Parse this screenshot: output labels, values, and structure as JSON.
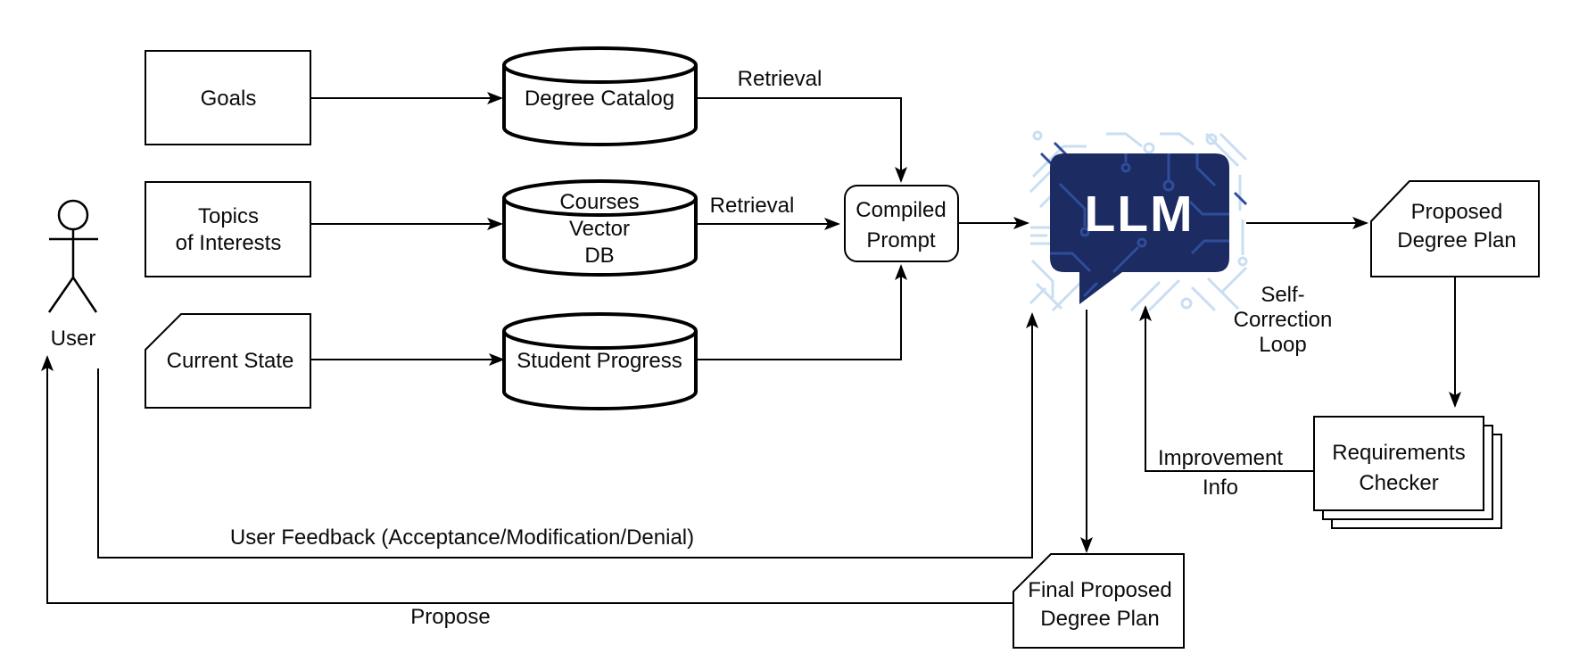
{
  "colors": {
    "llm_bubble": "#1c2b62",
    "circuit_light": "#c9def2",
    "circuit_medium": "#2f4d9b",
    "line": "#000000",
    "background": "#ffffff"
  },
  "nodes": {
    "user": {
      "label": "User"
    },
    "goals": {
      "label": "Goals"
    },
    "topics": {
      "line1": "Topics",
      "line2": "of Interests"
    },
    "current_state": {
      "label": "Current State"
    },
    "degree_catalog": {
      "label": "Degree Catalog"
    },
    "courses_vector_db": {
      "line1": "Courses",
      "line2": "Vector",
      "line3": "DB"
    },
    "student_progress": {
      "label": "Student Progress"
    },
    "compiled_prompt": {
      "line1": "Compiled",
      "line2": "Prompt"
    },
    "llm": {
      "label": "LLM"
    },
    "proposed_degree_plan": {
      "line1": "Proposed",
      "line2": "Degree Plan"
    },
    "requirements_checker": {
      "line1": "Requirements",
      "line2": "Checker"
    },
    "final_proposed_degree_plan": {
      "line1": "Final Proposed",
      "line2": "Degree Plan"
    }
  },
  "edge_labels": {
    "retrieval_catalog": "Retrieval",
    "retrieval_courses": "Retrieval",
    "self_correction": {
      "line1": "Self-",
      "line2": "Correction",
      "line3": "Loop"
    },
    "improvement_info": {
      "line1": "Improvement",
      "line2": "Info"
    },
    "user_feedback": "User Feedback (Acceptance/Modification/Denial)",
    "propose": "Propose"
  }
}
